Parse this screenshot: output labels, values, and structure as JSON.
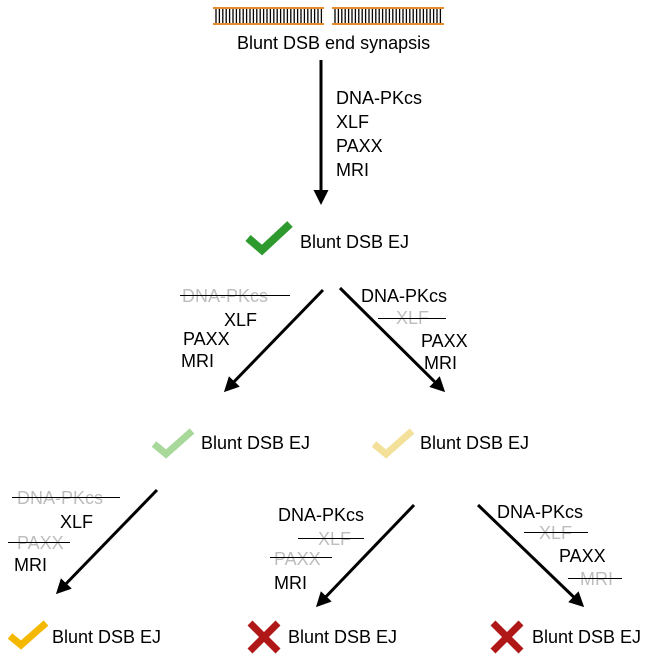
{
  "top": {
    "caption": "Blunt DSB end synapsis",
    "factors": [
      "DNA-PKcs",
      "XLF",
      "PAXX",
      "MRI"
    ]
  },
  "level1": {
    "outcome": "Blunt DSB EJ",
    "outcome_status": "ej-proficient",
    "check_color": "#2e9a2e"
  },
  "level2": {
    "left_branch": {
      "removed": [
        "DNA-PKcs"
      ],
      "present": [
        "XLF",
        "PAXX",
        "MRI"
      ],
      "outcome": "Blunt DSB EJ",
      "check_color": "#a8d99a"
    },
    "right_branch": {
      "removed": [
        "XLF"
      ],
      "present": [
        "DNA-PKcs",
        "PAXX",
        "MRI"
      ],
      "outcome": "Blunt DSB EJ",
      "check_color": "#f3e19a"
    }
  },
  "level3": {
    "left_branch": {
      "labels": [
        "DNA-PKcs",
        "XLF",
        "PAXX",
        "MRI"
      ],
      "removed": [
        "DNA-PKcs",
        "PAXX"
      ],
      "outcome": "Blunt DSB EJ",
      "icon": "check-icon",
      "check_color": "#f5b800"
    },
    "middle_branch": {
      "labels": [
        "DNA-PKcs",
        "XLF",
        "PAXX",
        "MRI"
      ],
      "removed": [
        "XLF",
        "PAXX"
      ],
      "outcome": "Blunt DSB EJ",
      "icon": "cross-icon",
      "cross_color": "#b01818"
    },
    "right_branch": {
      "labels": [
        "DNA-PKcs",
        "XLF",
        "PAXX",
        "MRI"
      ],
      "removed": [
        "XLF",
        "MRI"
      ],
      "outcome": "Blunt DSB EJ",
      "icon": "cross-icon",
      "cross_color": "#b01818"
    }
  },
  "colors": {
    "dna_strand": "#e88a2e",
    "dna_rung": "#000000",
    "arrow": "#000000",
    "removed_text": "#bdbdbd"
  }
}
